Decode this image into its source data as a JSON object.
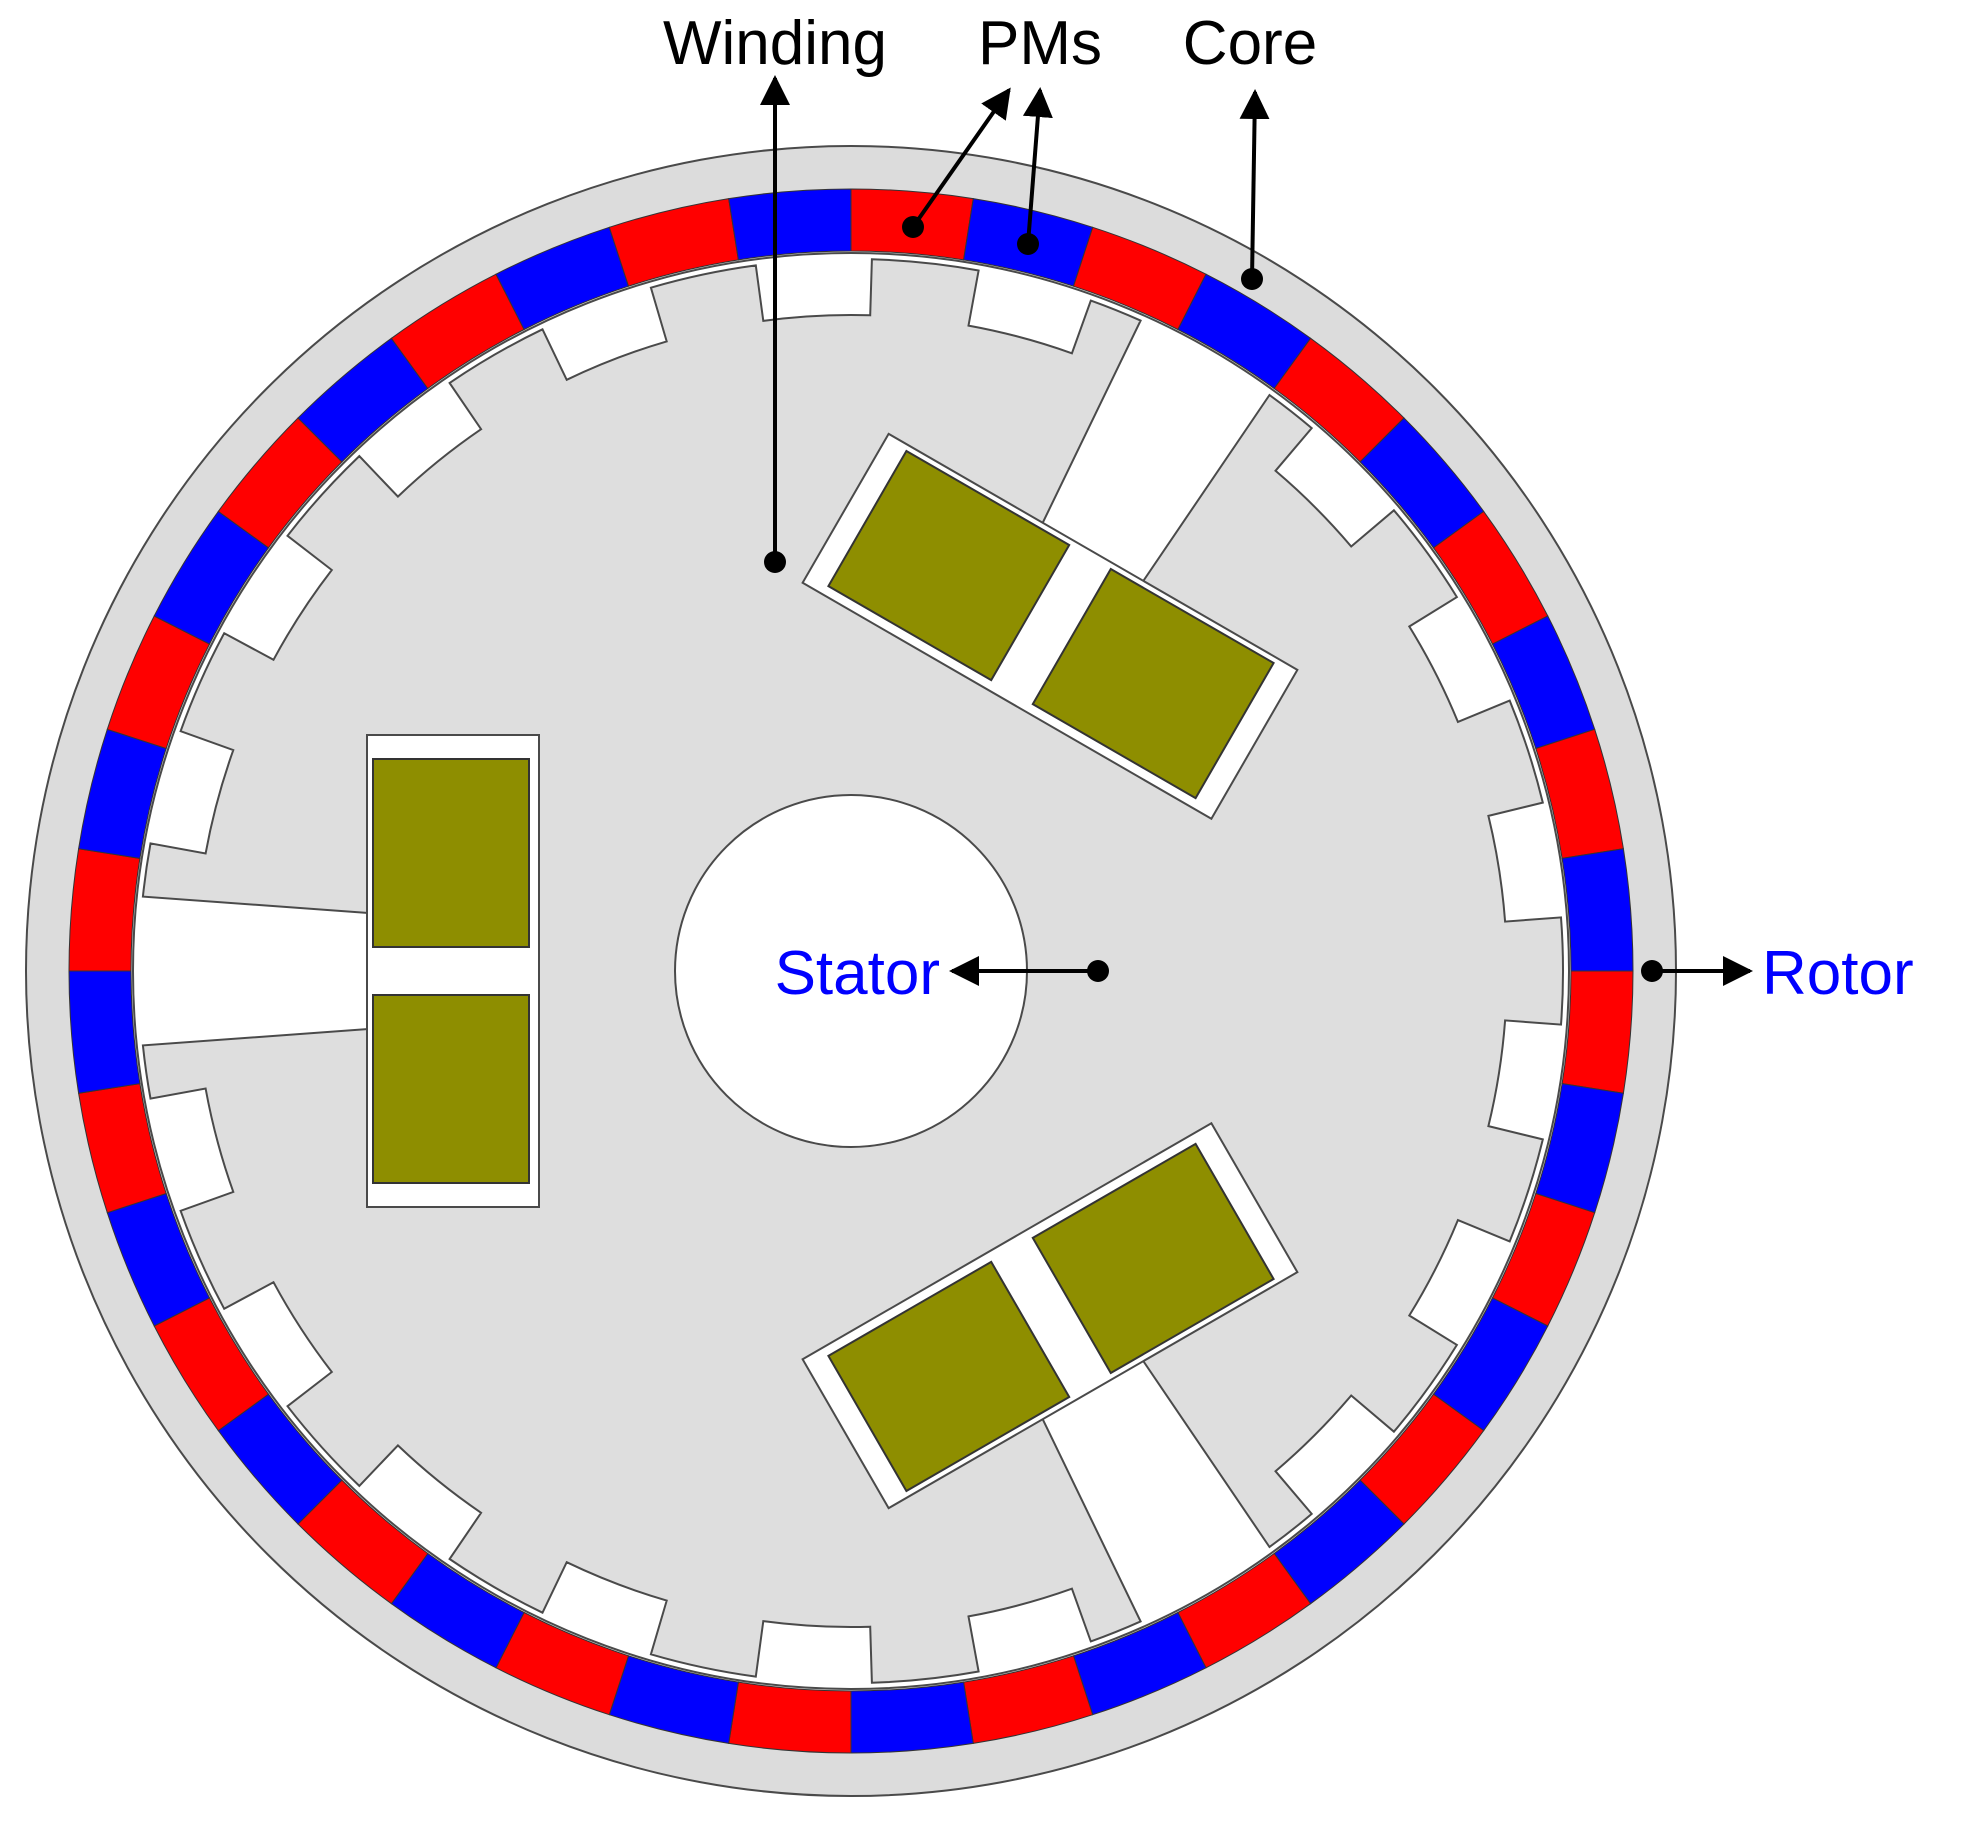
{
  "labels": {
    "winding": "Winding",
    "pms": "PMs",
    "core": "Core",
    "stator": "Stator",
    "rotor": "Rotor"
  },
  "colors": {
    "magnet_north": "#ff0000",
    "magnet_south": "#0000ff",
    "core_fill": "#dcdcdc",
    "stator_fill": "#dedede",
    "winding_fill": "#8e8e00",
    "outline": "#4a4a4a",
    "label_black": "#000000",
    "label_blue": "#0000ff"
  },
  "rotor": {
    "magnet_count": 40,
    "pattern": [
      "N",
      "S"
    ]
  },
  "stator": {
    "pole_count": 3,
    "teeth_per_pole": 6
  }
}
